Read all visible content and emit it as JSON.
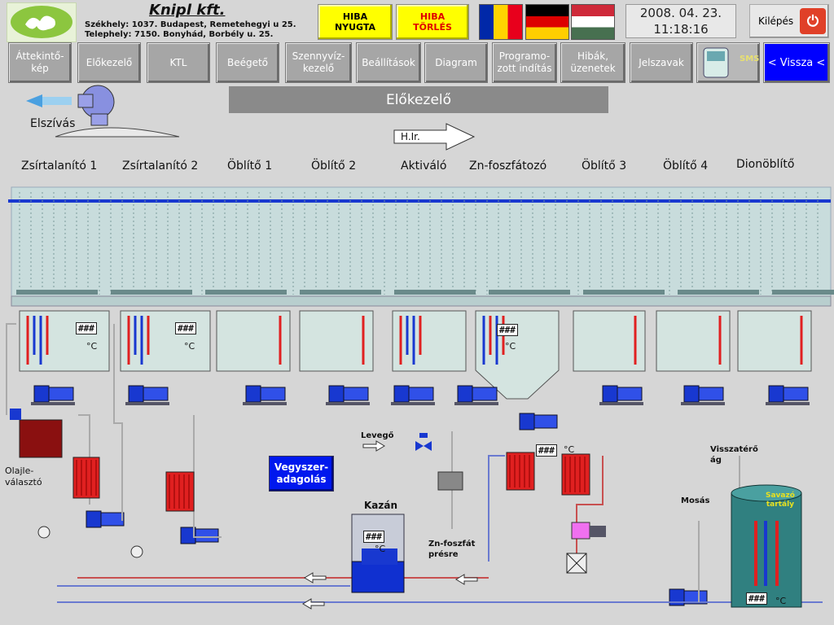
{
  "header": {
    "company": "Knipl kft.",
    "address1": "Székhely: 1037. Budapest, Remetehegyi u 25.",
    "address2": "Telephely: 7150. Bonyhád, Borbély u. 25.",
    "hiba_nyugta": "HIBA\nNYUGTA",
    "hiba_torles": "HIBA\nTÖRLÉS",
    "date": "2008. 04. 23.",
    "time": "11:18:16",
    "exit_label": "Kilépés"
  },
  "nav": [
    "Áttekintő-\nkép",
    "Előkezelő",
    "KTL",
    "Beégető",
    "Szennyvíz-\nkezelő",
    "Beállítások",
    "Diagram",
    "Programo-\nzott indítás",
    "Hibák,\nüzenetek",
    "Jelszavak",
    "SMS",
    "< Vissza <"
  ],
  "page_title": "Előkezelő",
  "labels": {
    "elszivas": "Elszívás",
    "hir": "H.Ir.",
    "olajleválasztó": "Olajle-\nválasztó",
    "vegyszer": "Vegyszer-\nadagolás",
    "kazan": "Kazán",
    "levego": "Levegő",
    "znfoszfat_presre": "Zn-foszfát\nprésre",
    "visszatero": "Visszatérő\nág",
    "mosas": "Mosás",
    "sarga": "Savazó\ntartály"
  },
  "tanks": [
    "Zsírtalanító 1",
    "Zsírtalanító 2",
    "Öblítő 1",
    "Öblítő 2",
    "Aktiváló",
    "Zn-foszfátozó",
    "Öblítő 3",
    "Öblítő 4",
    "Dionöblítő"
  ],
  "display_value": "###",
  "unit": "°C"
}
